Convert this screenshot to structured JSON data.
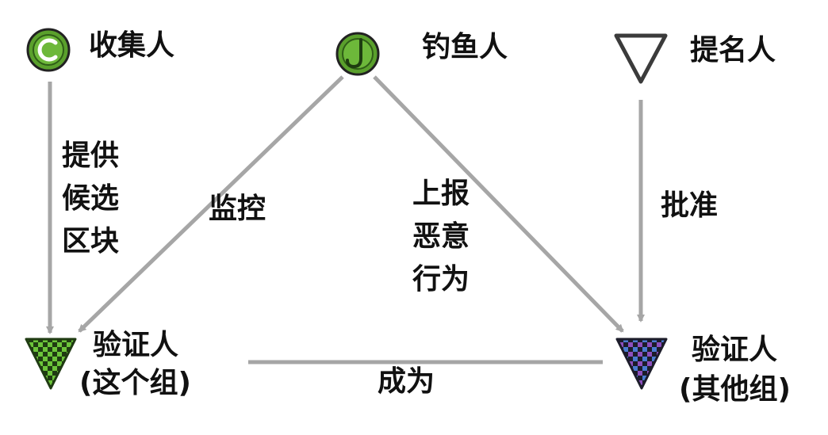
{
  "nodes": {
    "collector": {
      "label": "收集人",
      "icon": "collector-c-icon"
    },
    "fisherman": {
      "label": "钓鱼人",
      "icon": "fishhook-icon"
    },
    "nominator": {
      "label": "提名人",
      "icon": "nominator-triangle-icon"
    },
    "validator_this": {
      "label": "验证人",
      "sub": "(这个组)",
      "icon": "validator-this-group-icon"
    },
    "validator_other": {
      "label": "验证人",
      "sub": "(其他组)",
      "icon": "validator-other-group-icon"
    }
  },
  "edges": {
    "provide": {
      "lines": [
        "提供",
        "候选",
        "区块"
      ]
    },
    "monitor": {
      "label": "监控"
    },
    "report": {
      "lines": [
        "上报",
        "恶意",
        "行为"
      ]
    },
    "approve": {
      "label": "批准"
    },
    "become": {
      "label": "成为"
    }
  },
  "colors": {
    "arrow": "#a6a6a6",
    "green": "#5aa02c",
    "green_dark": "#2f5d17",
    "triangle_stroke": "#3b3b3b"
  }
}
